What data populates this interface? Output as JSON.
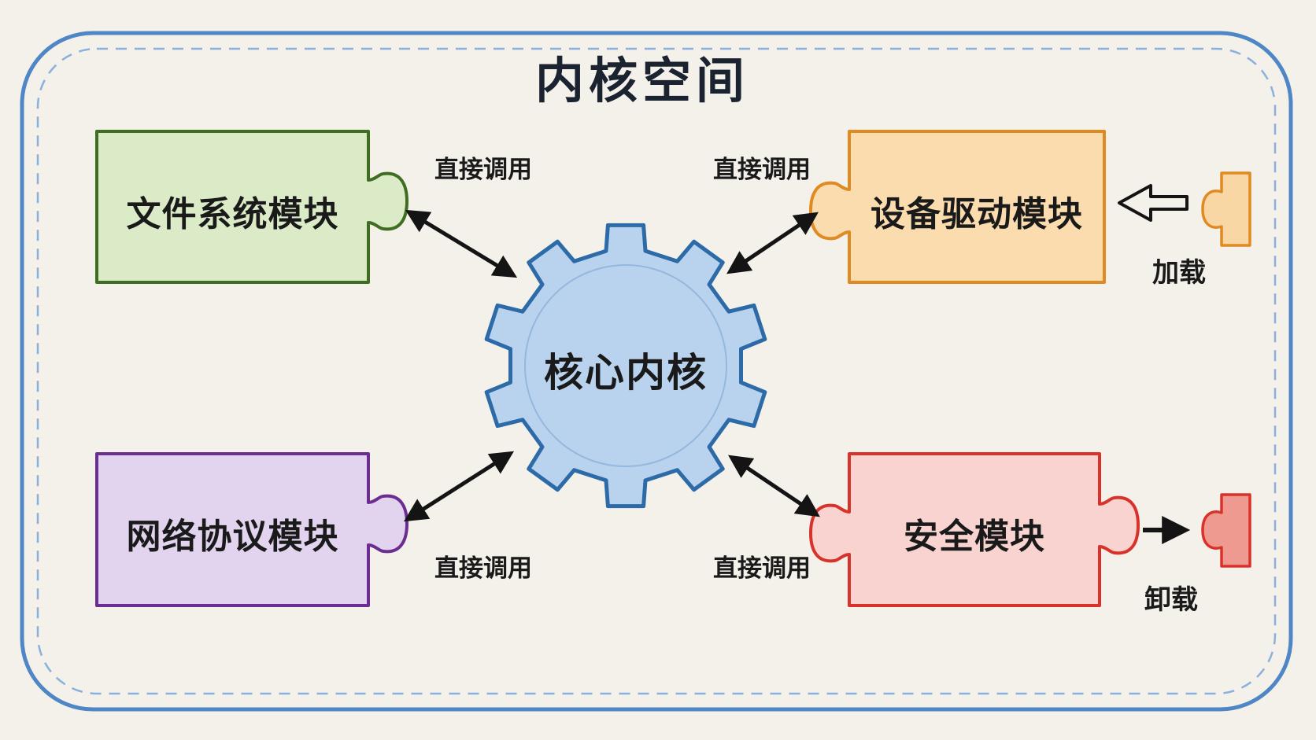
{
  "diagram": {
    "title": "内核空间",
    "core": {
      "label": "核心内核",
      "fill": "#b9d3ee",
      "stroke": "#2d6aa8"
    },
    "modules": {
      "fs": {
        "label": "文件系统模块",
        "fill": "#dcebc7",
        "stroke": "#3f6e22"
      },
      "dev": {
        "label": "设备驱动模块",
        "fill": "#fbdcae",
        "stroke": "#e08a22"
      },
      "net": {
        "label": "网络协议模块",
        "fill": "#e2d3ef",
        "stroke": "#6b2d91"
      },
      "sec": {
        "label": "安全模块",
        "fill": "#f8d3cf",
        "stroke": "#d9322a"
      }
    },
    "edges": {
      "fs": "直接调用",
      "dev": "直接调用",
      "net": "直接调用",
      "sec": "直接调用"
    },
    "actions": {
      "load": {
        "label": "加载",
        "piece_fill": "#f8d7a5",
        "piece_stroke": "#e08a22"
      },
      "unload": {
        "label": "卸载",
        "piece_fill": "#ef9a90",
        "piece_stroke": "#d9322a"
      }
    },
    "frame": {
      "stroke": "#4f86c6",
      "background": "#f4f1ea"
    }
  }
}
